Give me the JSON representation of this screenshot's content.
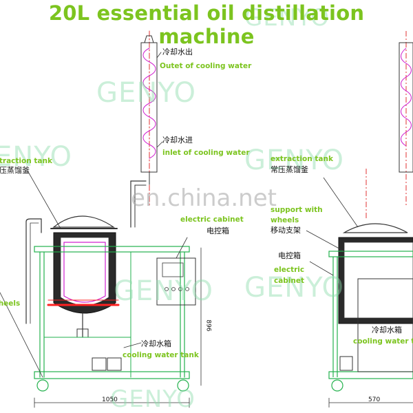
{
  "title": "20L essential oil distillation machine",
  "left_view": {
    "condenser_outlet_cn": "冷却水出",
    "condenser_outlet_en": "Outet of cooling water",
    "condenser_inlet_cn": "冷却水进",
    "condenser_inlet_en": "inlet of cooling water",
    "tank_en": "extraction tank",
    "tank_cn": "常压蒸馏釜",
    "wheels_en": "wheels",
    "cabinet_en": "electric cabinet",
    "cabinet_cn": "电控箱",
    "water_tank_cn": "冷却水箱",
    "water_tank_en": "cooling water tank",
    "height_dim": "896",
    "width_dim": "1050"
  },
  "right_view": {
    "tank_en": "extraction tank",
    "tank_cn": "常压蒸馏釜",
    "support_en_1": "support with",
    "support_en_2": "wheels",
    "support_cn": "移动支架",
    "cabinet_cn": "电控箱",
    "cabinet_en_1": "electric",
    "cabinet_en_2": "cabinet",
    "water_tank_cn": "冷却水箱",
    "water_tank_en": "cooling water ta",
    "width_dim": "570"
  },
  "watermarks": [
    "GENYO",
    "GENYO",
    "GENYO",
    "GENYO",
    "GENYO",
    "GENYO",
    "GENYO"
  ],
  "site_watermark": "en.china.net",
  "colors": {
    "frame": "#22b14c",
    "title": "#7cc41f",
    "vessel": "#d020d0",
    "heater": "#ff2020",
    "centerline": "#e03030"
  }
}
